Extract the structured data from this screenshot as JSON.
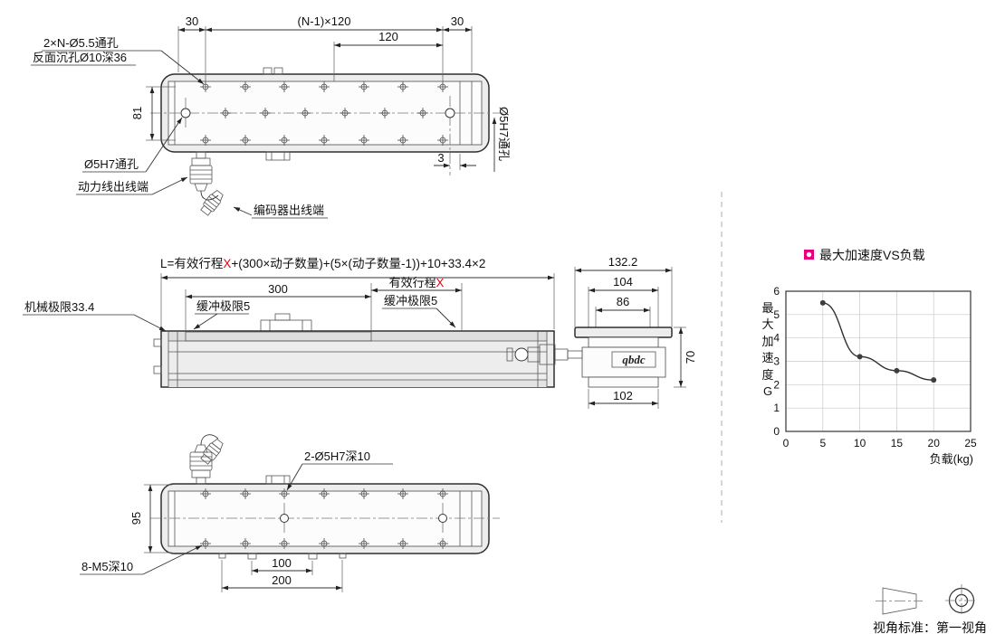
{
  "colors": {
    "accent_red": "#e60012",
    "magenta": "#e4007f",
    "line_dark": "#2e2e2e"
  },
  "top_view": {
    "dim_30_left": "30",
    "dim_pitch": "(N-1)×120",
    "dim_120": "120",
    "dim_30_right": "30",
    "dim_81": "81",
    "dim_3": "3",
    "note_holes_line1": "2×N-Ø5.5通孔",
    "note_holes_line2": "反面沉孔Ø10深36",
    "note_center_hole": "Ø5H7通孔",
    "note_power_outlet": "动力线出线端",
    "note_encoder_outlet": "编码器出线端",
    "note_side_hole": "Ø5H7通孔"
  },
  "side_view": {
    "formula_prefix": "L=有效行程",
    "formula_x": "X",
    "formula_suffix": "+(300×动子数量)+(5×(动子数量-1))+10+33.4×2",
    "dim_300": "300",
    "stroke_label_prefix": "有效行程",
    "stroke_label_x": "X",
    "note_mech_limit": "机械极限33.4",
    "note_buffer_left": "缓冲极限5",
    "note_buffer_right": "缓冲极限5"
  },
  "end_view": {
    "dim_132_2": "132.2",
    "dim_104": "104",
    "dim_86": "86",
    "dim_70": "70",
    "dim_102": "102",
    "logo_text": "qbdc"
  },
  "bottom_view": {
    "dim_95": "95",
    "note_pin_holes": "2-Ø5H7深10",
    "note_thread_holes": "8-M5深10",
    "dim_100": "100",
    "dim_200": "200"
  },
  "chart_data": {
    "type": "line",
    "title": "最大加速度VS负载",
    "xlabel": "负载(kg)",
    "ylabel": "最大加速度G",
    "x": [
      5,
      10,
      15,
      20
    ],
    "values": [
      5.5,
      3.2,
      2.6,
      2.2
    ],
    "xlim": [
      0,
      25
    ],
    "ylim": [
      0,
      6
    ],
    "x_ticks": [
      0,
      5,
      10,
      15,
      20,
      25
    ],
    "y_ticks": [
      0,
      1,
      2,
      3,
      4,
      5,
      6
    ],
    "grid": true,
    "legend": "none"
  },
  "footer": {
    "projection_note": "视角标准：第一视角"
  }
}
